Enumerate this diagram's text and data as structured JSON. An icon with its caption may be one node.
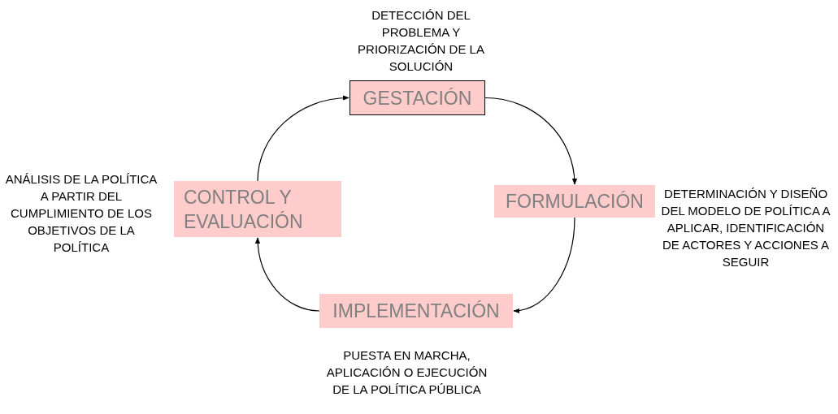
{
  "diagram": {
    "nodes": [
      {
        "text": [
          "GESTACIÓN"
        ],
        "beside": [
          "DETECCIÓN DEL PROBLEMA Y PRIORIZACIÓN DE LA SOLUCIÓN"
        ]
      },
      {
        "text": [
          "FORMULACIÓN"
        ],
        "beside": [
          "DETERMINACIÓN Y DISEÑO DEL MODELO DE POLÍTICA A APLICAR, IDENTIFICACIÓN DE ACTORES Y ACCIONES A SEGUIR"
        ]
      },
      {
        "text": [
          "IMPLEMENTACIÓN"
        ],
        "beside": [
          "PUESTA EN MARCHA, APLICACIÓN O EJECUCIÓN DE LA POLÍTICA PÚBLICA"
        ]
      },
      {
        "text": [
          "CONTROL Y EVALUACIÓN"
        ],
        "beside": [
          "ANÁLISIS DE LA POLÍTICA A PARTIR DEL CUMPLIMIENTO DE LOS OBJETIVOS DE LA POLÍTICA"
        ]
      }
    ],
    "edges": [
      {
        "from": 0,
        "to": 1,
        "arrow": "to"
      },
      {
        "from": 1,
        "to": 2,
        "arrow": "to"
      },
      {
        "from": 2,
        "to": 3,
        "arrow": "to"
      },
      {
        "from": 3,
        "to": 0,
        "arrow": "to"
      }
    ]
  }
}
